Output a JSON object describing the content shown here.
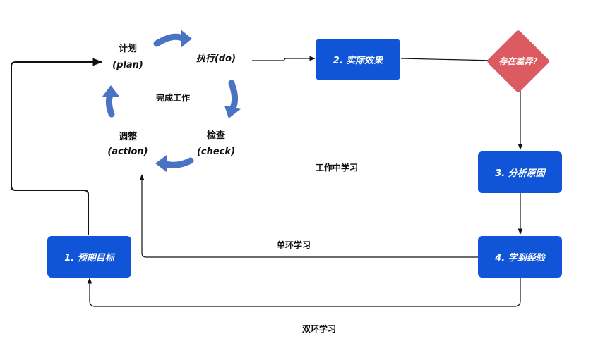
{
  "cycle": {
    "plan": {
      "label": "计划",
      "sub": "(plan)"
    },
    "do": {
      "label": "执行(do)"
    },
    "check": {
      "label": "检查",
      "sub": "(check)"
    },
    "act": {
      "label": "调整",
      "sub": "(action)"
    },
    "center": "完成工作"
  },
  "nodes": {
    "goal": "1. 预期目标",
    "result": "2. 实际效果",
    "difference": "存在差异?",
    "analyze": "3. 分析原因",
    "learn": "4. 学到经验"
  },
  "annotations": {
    "learn_in_work": "工作中学习",
    "single_loop": "单环学习",
    "double_loop": "双环学习"
  },
  "colors": {
    "box": "#1055d8",
    "diamond": "#dc5b63",
    "cycle_arrow": "#4a73c4",
    "line": "#111111"
  }
}
